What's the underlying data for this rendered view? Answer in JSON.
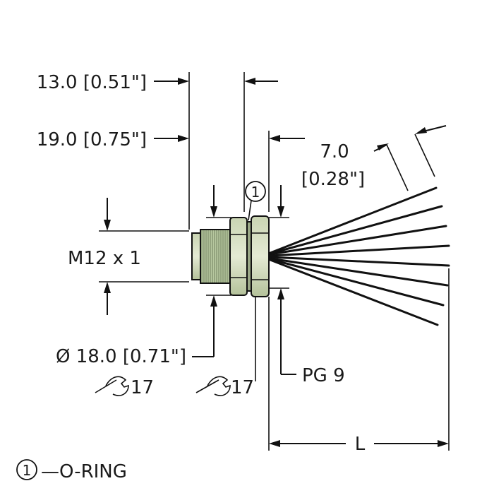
{
  "dimensions": {
    "dim_13": "13.0 [0.51\"]",
    "dim_19": "19.0 [0.75\"]",
    "dim_7_mm": "7.0",
    "dim_7_in": "[0.28\"]",
    "thread": "M12 x 1",
    "diameter": "Ø 18.0 [0.71\"]",
    "wrench_1": "17",
    "wrench_2": "17",
    "pg": "PG 9",
    "length": "L"
  },
  "callout": {
    "marker": "1"
  },
  "legend": {
    "marker": "1",
    "text": "—O-RING"
  }
}
